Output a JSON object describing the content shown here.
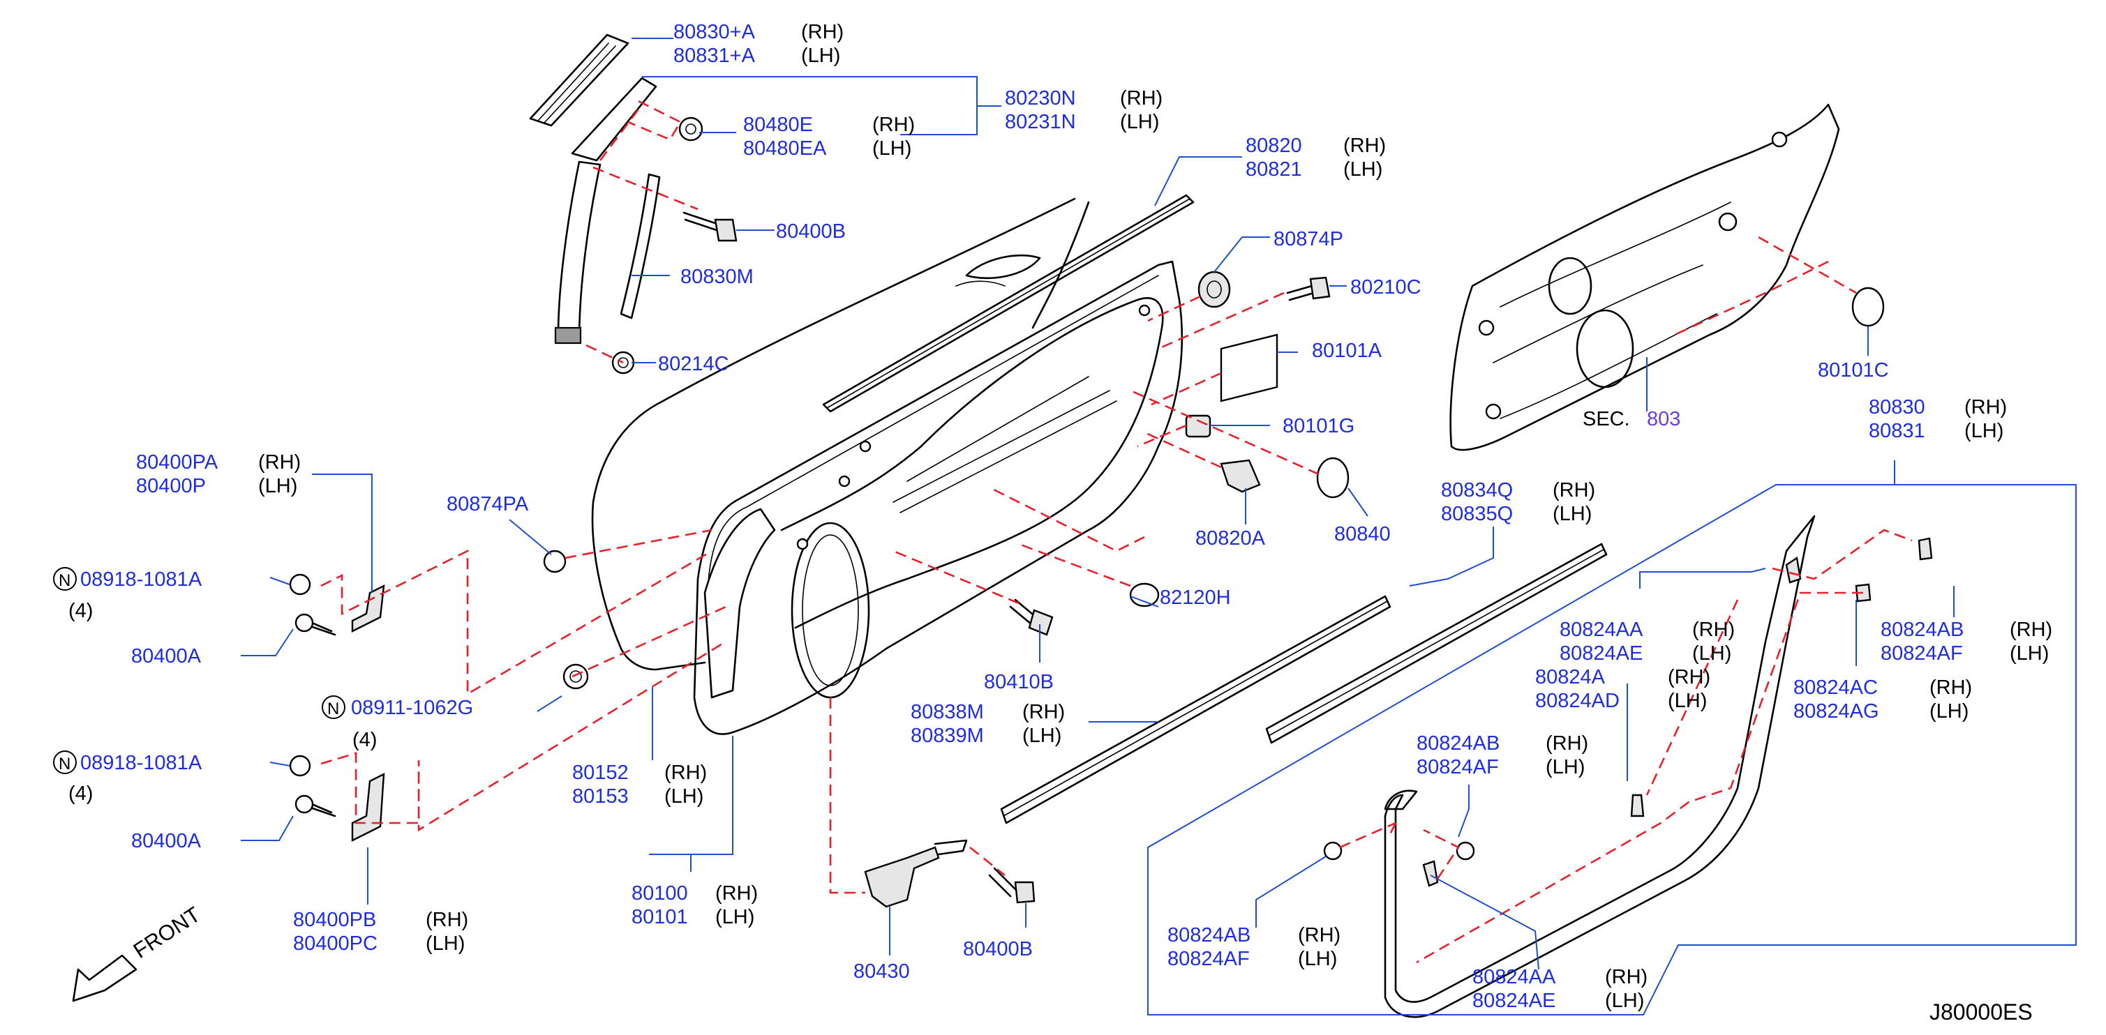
{
  "diagram_code": "J80000ES",
  "front_label": "FRONT",
  "sec_label": "SEC.",
  "sec_number": "803",
  "callouts": {
    "c80830A": {
      "pn": [
        "80830+A",
        "80831+A"
      ],
      "side": [
        "(RH)",
        "(LH)"
      ]
    },
    "c80230N": {
      "pn": [
        "80230N",
        "80231N"
      ],
      "side": [
        "(RH)",
        "(LH)"
      ]
    },
    "c80480E": {
      "pn": [
        "80480E",
        "80480EA"
      ],
      "side": [
        "(RH)",
        "(LH)"
      ]
    },
    "c80400B_top": {
      "pn": [
        "80400B"
      ]
    },
    "c80830M": {
      "pn": [
        "80830M"
      ]
    },
    "c80214C": {
      "pn": [
        "80214C"
      ]
    },
    "c80820": {
      "pn": [
        "80820",
        "80821"
      ],
      "side": [
        "(RH)",
        "(LH)"
      ]
    },
    "c80874P": {
      "pn": [
        "80874P"
      ]
    },
    "c80210C": {
      "pn": [
        "80210C"
      ]
    },
    "c80101A": {
      "pn": [
        "80101A"
      ]
    },
    "c80101G": {
      "pn": [
        "80101G"
      ]
    },
    "c80820A": {
      "pn": [
        "80820A"
      ]
    },
    "c80840": {
      "pn": [
        "80840"
      ]
    },
    "c80101C": {
      "pn": [
        "80101C"
      ]
    },
    "c80830": {
      "pn": [
        "80830",
        "80831"
      ],
      "side": [
        "(RH)",
        "(LH)"
      ]
    },
    "c80834Q": {
      "pn": [
        "80834Q",
        "80835Q"
      ],
      "side": [
        "(RH)",
        "(LH)"
      ]
    },
    "c80400PA": {
      "pn": [
        "80400PA",
        "80400P"
      ],
      "side": [
        "(RH)",
        "(LH)"
      ]
    },
    "c80874PA": {
      "pn": [
        "80874PA"
      ]
    },
    "c08918_top": {
      "pn": [
        "08918-1081A"
      ],
      "qty": "(4)"
    },
    "c80400A_top": {
      "pn": [
        "80400A"
      ]
    },
    "c08911": {
      "pn": [
        "08911-1062G"
      ],
      "qty": "(4)"
    },
    "c08918_bot": {
      "pn": [
        "08918-1081A"
      ],
      "qty": "(4)"
    },
    "c80400A_bot": {
      "pn": [
        "80400A"
      ]
    },
    "c80400PB": {
      "pn": [
        "80400PB",
        "80400PC"
      ],
      "side": [
        "(RH)",
        "(LH)"
      ]
    },
    "c80152": {
      "pn": [
        "80152",
        "80153"
      ],
      "side": [
        "(RH)",
        "(LH)"
      ]
    },
    "c80100": {
      "pn": [
        "80100",
        "80101"
      ],
      "side": [
        "(RH)",
        "(LH)"
      ]
    },
    "c82120H": {
      "pn": [
        "82120H"
      ]
    },
    "c80410B": {
      "pn": [
        "80410B"
      ]
    },
    "c80838M": {
      "pn": [
        "80838M",
        "80839M"
      ],
      "side": [
        "(RH)",
        "(LH)"
      ]
    },
    "c80430": {
      "pn": [
        "80430"
      ]
    },
    "c80400B_bot": {
      "pn": [
        "80400B"
      ]
    },
    "c80824AA_top": {
      "pn": [
        "80824AA",
        "80824AE"
      ],
      "side": [
        "(RH)",
        "(LH)"
      ]
    },
    "c80824A": {
      "pn": [
        "80824A",
        "80824AD"
      ],
      "side": [
        "(RH)",
        "(LH)"
      ]
    },
    "c80824AB_right": {
      "pn": [
        "80824AB",
        "80824AF"
      ],
      "side": [
        "(RH)",
        "(LH)"
      ]
    },
    "c80824AC": {
      "pn": [
        "80824AC",
        "80824AG"
      ],
      "side": [
        "(RH)",
        "(LH)"
      ]
    },
    "c80824AB_mid": {
      "pn": [
        "80824AB",
        "80824AF"
      ],
      "side": [
        "(RH)",
        "(LH)"
      ]
    },
    "c80824AB_low": {
      "pn": [
        "80824AB",
        "80824AF"
      ],
      "side": [
        "(RH)",
        "(LH)"
      ]
    },
    "c80824AA_bot": {
      "pn": [
        "80824AA",
        "80824AE"
      ],
      "side": [
        "(RH)",
        "(LH)"
      ]
    }
  }
}
